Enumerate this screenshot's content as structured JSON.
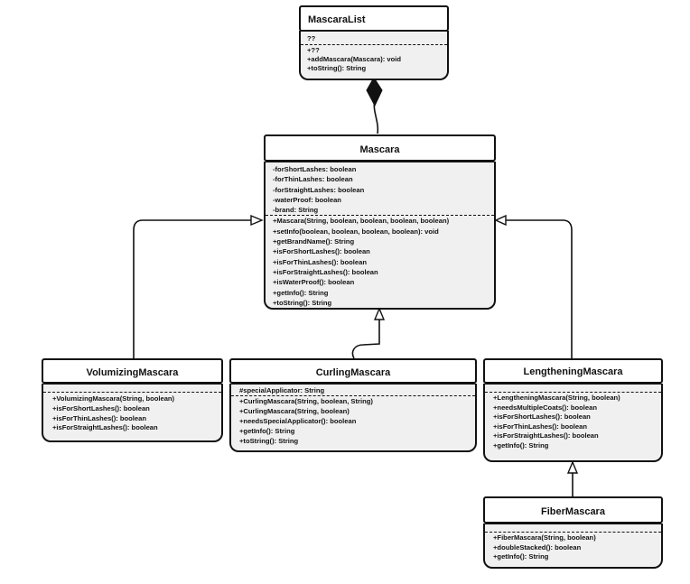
{
  "classes": {
    "mascara_list": {
      "name": "MascaraList",
      "attributes": [
        "??"
      ],
      "methods": [
        "+??",
        "+addMascara(Mascara): void",
        "+toString(): String"
      ]
    },
    "mascara": {
      "name": "Mascara",
      "attributes": [
        "-forShortLashes: boolean",
        "-forThinLashes: boolean",
        "-forStraightLashes: boolean",
        "-waterProof: boolean",
        "-brand: String"
      ],
      "methods": [
        "+Mascara(String, boolean, boolean, boolean, boolean)",
        "+setInfo(boolean, boolean, boolean, boolean): void",
        "+getBrandName(): String",
        "+isForShortLashes(): boolean",
        "+isForThinLashes(): boolean",
        "+isForStraightLashes(): boolean",
        "+isWaterProof(): boolean",
        "+getInfo(): String",
        "+toString(): String"
      ]
    },
    "volumizing": {
      "name": "VolumizingMascara",
      "attributes": [],
      "methods": [
        "+VolumizingMascara(String, boolean)",
        "+isForShortLashes(): boolean",
        "+isForThinLashes(): boolean",
        "+isForStraightLashes(): boolean"
      ]
    },
    "curling": {
      "name": "CurlingMascara",
      "attributes": [
        "#specialApplicator: String"
      ],
      "methods": [
        "+CurlingMascara(String, boolean, String)",
        "+CurlingMascara(String, boolean)",
        "+needsSpecialApplicator(): boolean",
        "+getInfo(): String",
        "+toString(): String"
      ]
    },
    "lengthening": {
      "name": "LengtheningMascara",
      "attributes": [],
      "methods": [
        "+LengtheningMascara(String, boolean)",
        "+needsMultipleCoats(): boolean",
        "+isForShortLashes(): boolean",
        "+isForThinLashes(): boolean",
        "+isForStraightLashes(): boolean",
        "+getInfo(): String"
      ]
    },
    "fiber": {
      "name": "FiberMascara",
      "attributes": [],
      "methods": [
        "+FiberMascara(String, boolean)",
        "+doubleStacked(): boolean",
        "+getInfo(): String"
      ]
    }
  },
  "relationships": [
    {
      "type": "composition",
      "from": "mascara",
      "to": "mascara_list"
    },
    {
      "type": "inheritance",
      "from": "volumizing",
      "to": "mascara"
    },
    {
      "type": "inheritance",
      "from": "curling",
      "to": "mascara"
    },
    {
      "type": "inheritance",
      "from": "lengthening",
      "to": "mascara"
    },
    {
      "type": "inheritance",
      "from": "fiber",
      "to": "lengthening"
    }
  ]
}
